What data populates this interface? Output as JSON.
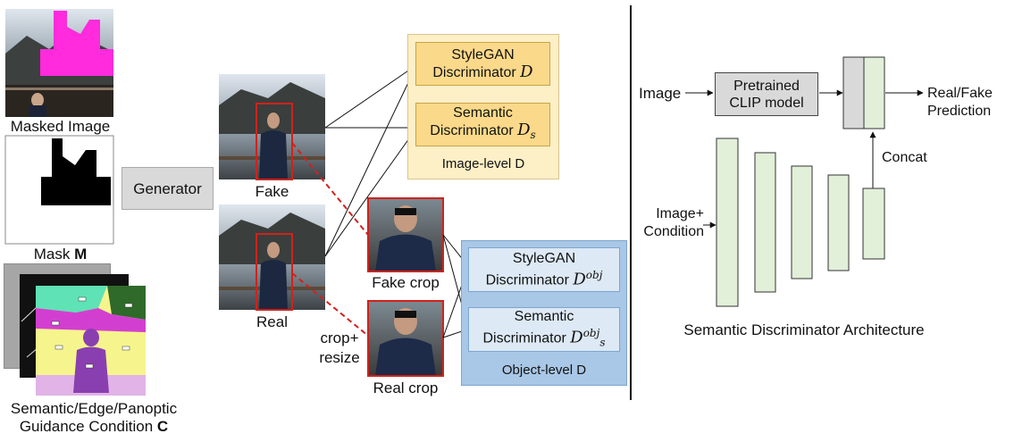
{
  "left": {
    "masked_image_label": "Masked Image",
    "mask_label_prefix": "Mask ",
    "mask_label_bold": "M",
    "condition_label_line1": "Semantic/Edge/Panoptic",
    "condition_label_line2_prefix": "Guidance Condition ",
    "condition_label_bold": "C"
  },
  "generator": {
    "label": "Generator"
  },
  "middle": {
    "fake_label": "Fake",
    "real_label": "Real",
    "fake_crop_label": "Fake crop",
    "real_crop_label": "Real crop",
    "crop_resize_line1": "crop+",
    "crop_resize_line2": "resize"
  },
  "image_level": {
    "caption": "Image-level D",
    "stylegan_line1": "StyleGAN",
    "stylegan_line2": "Discriminator",
    "stylegan_symbol": "D",
    "semantic_line1": "Semantic",
    "semantic_line2": "Discriminator",
    "semantic_symbol": "D",
    "semantic_sub": "s"
  },
  "object_level": {
    "caption": "Object-level D",
    "stylegan_line1": "StyleGAN",
    "stylegan_line2": "Discriminator",
    "stylegan_symbol": "D",
    "stylegan_sup": "obj",
    "semantic_line1": "Semantic",
    "semantic_line2": "Discriminator",
    "semantic_symbol": "D",
    "semantic_sup": "obj",
    "semantic_sub": "s"
  },
  "architecture": {
    "title": "Semantic Discriminator Architecture",
    "image_input": "Image",
    "clip_line1": "Pretrained",
    "clip_line2": "CLIP model",
    "output_line1": "Real/Fake",
    "output_line2": "Prediction",
    "concat_label": "Concat",
    "condition_input_line1": "Image+",
    "condition_input_line2": "Condition"
  },
  "colors": {
    "image_level_panel": "#fdefc6",
    "image_level_box": "#fbd98a",
    "object_level_panel": "#a9c7e6",
    "object_level_box": "#dde9f5",
    "generator_box": "#d9d9d9",
    "clip_box": "#d9d9d9",
    "feature_bar": "#e2efd9",
    "crop_border": "#d0221c",
    "mask_fill": "#ff2bdc"
  }
}
